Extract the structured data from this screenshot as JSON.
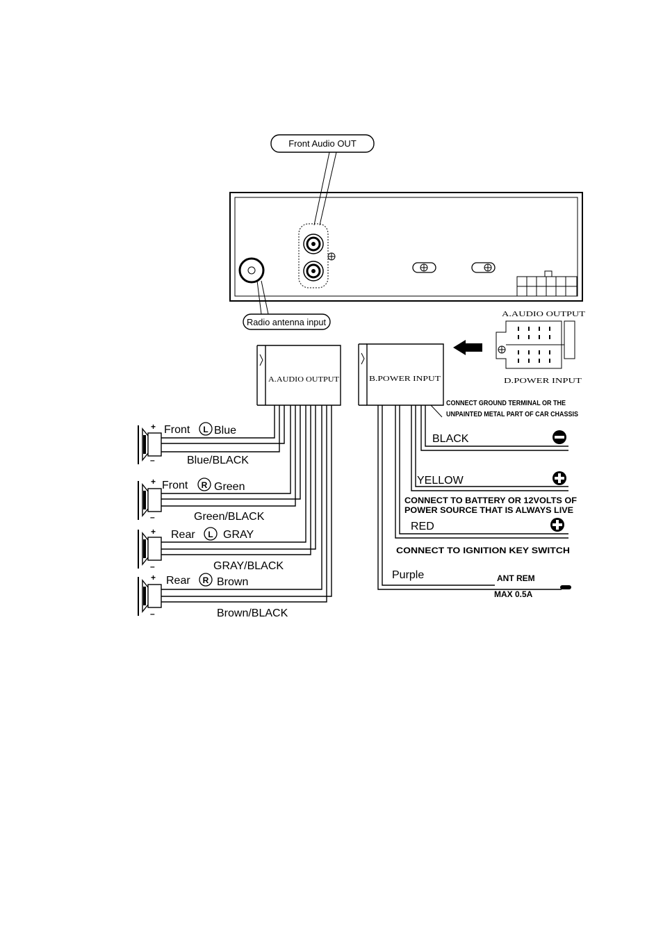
{
  "labels": {
    "front_audio_out": "Front Audio OUT",
    "radio_antenna_input": "Radio antenna input",
    "a_audio_output": "A.AUDIO OUTPUT",
    "b_power_input": "B.POWER INPUT",
    "d_power_input": "D.POWER INPUT",
    "ground_note_1": "CONNECT GROUND TERMINAL OR THE",
    "ground_note_2": "UNPAINTED METAL PART OF CAR CHASSIS",
    "battery_note_1": "CONNECT TO BATTERY OR 12VOLTS OF",
    "battery_note_2": "POWER SOURCE THAT IS ALWAYS LIVE",
    "ignition_note": "CONNECT TO IGNITION KEY SWITCH",
    "ant_rem": "ANT REM",
    "max_current": "MAX 0.5A"
  },
  "speakers": [
    {
      "channel_prefix": "Front",
      "side": "L",
      "color": "Blue",
      "neg_wire": "Blue/BLACK"
    },
    {
      "channel_prefix": "Front",
      "side": "R",
      "color": "Green",
      "neg_wire": "Green/BLACK"
    },
    {
      "channel_prefix": "Rear",
      "side": "L",
      "color": "GRAY",
      "neg_wire": "GRAY/BLACK"
    },
    {
      "channel_prefix": "Rear",
      "side": "R",
      "color": "Brown",
      "neg_wire": "Brown/BLACK"
    }
  ],
  "polarity": {
    "plus": "+",
    "minus": "–"
  },
  "power_wires": [
    {
      "name": "BLACK",
      "terminal": "minus"
    },
    {
      "name": "YELLOW",
      "terminal": "plus"
    },
    {
      "name": "RED",
      "terminal": "plus"
    },
    {
      "name": "Purple",
      "terminal": "ant"
    }
  ]
}
